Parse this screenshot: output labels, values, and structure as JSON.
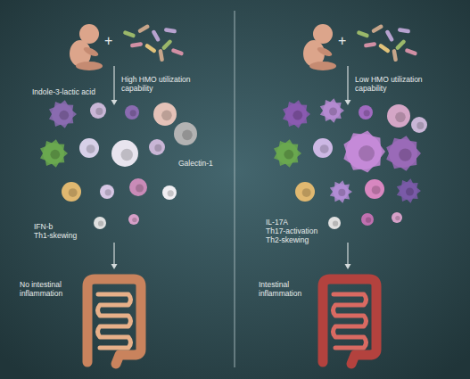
{
  "diagram": {
    "labels": [
      "+",
      "High HMO utilization capability",
      "Indole-3-lactic acid",
      "Galectin-1",
      "IFN-b",
      "Th1-skewing",
      "No intestinal inflammation",
      "+",
      "Low HMO utilization capability",
      "IL-17A",
      "Th17-activation",
      "Th2-skewing",
      "Intestinal inflammation"
    ]
  }
}
